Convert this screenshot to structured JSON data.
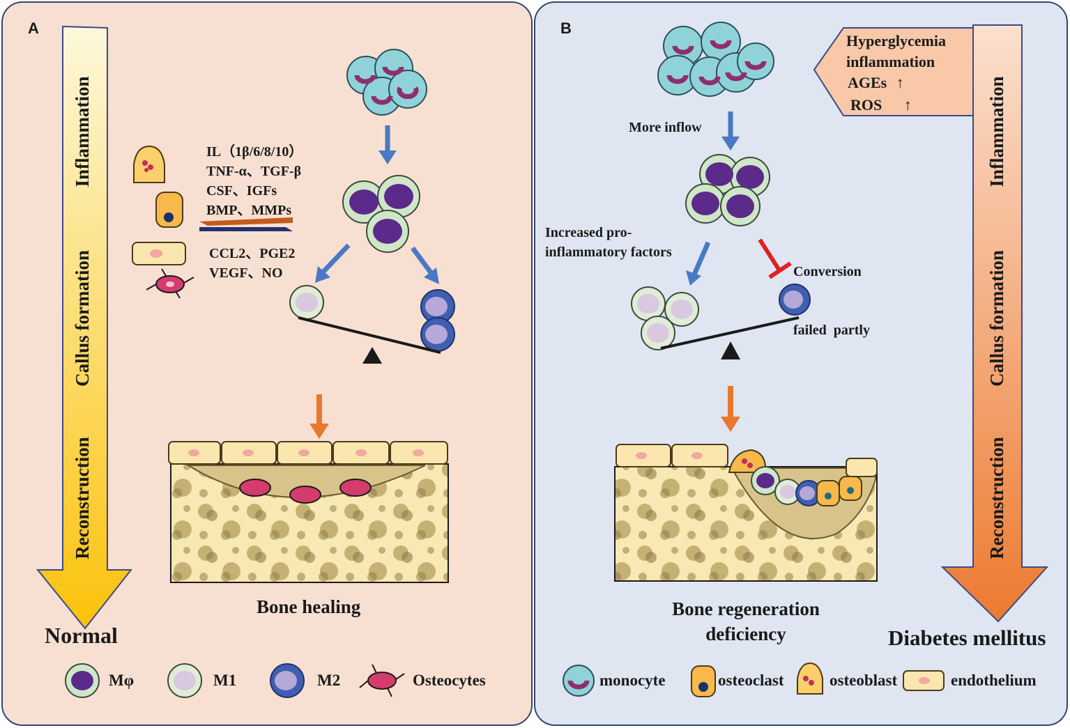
{
  "panel_a": {
    "letter": "A",
    "stages": [
      "Inflammation",
      "Callus formation",
      "Reconstruction"
    ],
    "factors_top": [
      "IL（1β/6/8/10）",
      "TNF-α、TGF-β",
      "CSF、IGFs",
      "BMP、MMPs"
    ],
    "factors_bottom": [
      "CCL2、PGE2",
      "VEGF、NO"
    ],
    "caption": "Bone healing",
    "condition": "Normal",
    "legend": [
      "Mφ",
      "M1",
      "M2",
      "Osteocytes"
    ]
  },
  "panel_b": {
    "letter": "B",
    "stages": [
      "Inflammation",
      "Callus formation",
      "Reconstruction"
    ],
    "risk_factors": [
      "Hyperglycemia",
      "inflammation",
      "AGEs",
      "ROS"
    ],
    "inflow_label": "More inflow",
    "increased_label": [
      "Increased pro-",
      "inflammatory factors"
    ],
    "conversion_label": [
      "Conversion",
      "failed  partly"
    ],
    "caption": [
      "Bone regeneration",
      "deficiency"
    ],
    "condition": "Diabetes mellitus",
    "legend": [
      "monocyte",
      "osteoclast",
      "osteoblast",
      "endothelium"
    ]
  },
  "colors": {
    "panel_a_bg": "#f7e0d2",
    "panel_b_bg": "#dfe5f1",
    "arrow_blue": "#4a78c4",
    "arrow_orange": "#e8782e",
    "inhibit_red": "#e02020",
    "macrophage_purple": "#5b2a8a",
    "osteocyte_pink": "#d43c6e"
  }
}
